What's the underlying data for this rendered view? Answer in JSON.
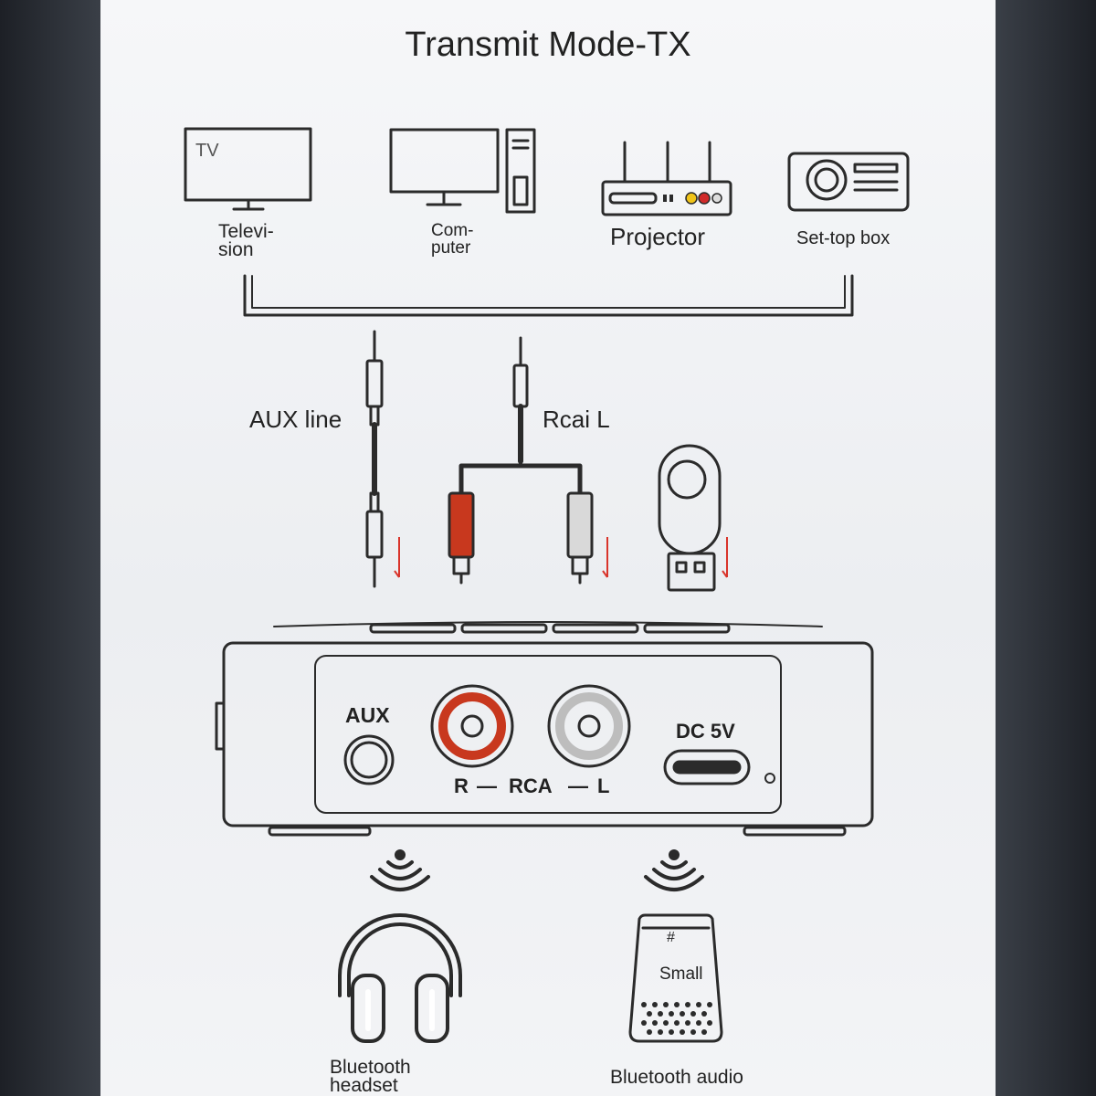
{
  "title": "Transmit Mode-TX",
  "devices": {
    "tv_screen_text": "TV",
    "tv_label_line1": "Televi-",
    "tv_label_line2": "sion",
    "computer_label_line1": "Com-",
    "computer_label_line2": "puter",
    "projector_label": "Projector",
    "settop_label": "Set-top box"
  },
  "cables": {
    "aux_label": "AUX line",
    "rca_label": "Rcai L"
  },
  "ports": {
    "aux": "AUX",
    "rca_r": "R",
    "rca_dash1": "—",
    "rca_center": "RCA",
    "rca_dash2": "—",
    "rca_l": "L",
    "dc": "DC 5V"
  },
  "outputs": {
    "speaker_symbol": "#",
    "speaker_text": "Small",
    "headset_line1": "Bluetooth",
    "headset_line2": "headset",
    "audio_label": "Bluetooth audio"
  },
  "colors": {
    "line": "#2b2b2b",
    "red_plug": "#c8381e",
    "arrow": "#d9342b"
  }
}
